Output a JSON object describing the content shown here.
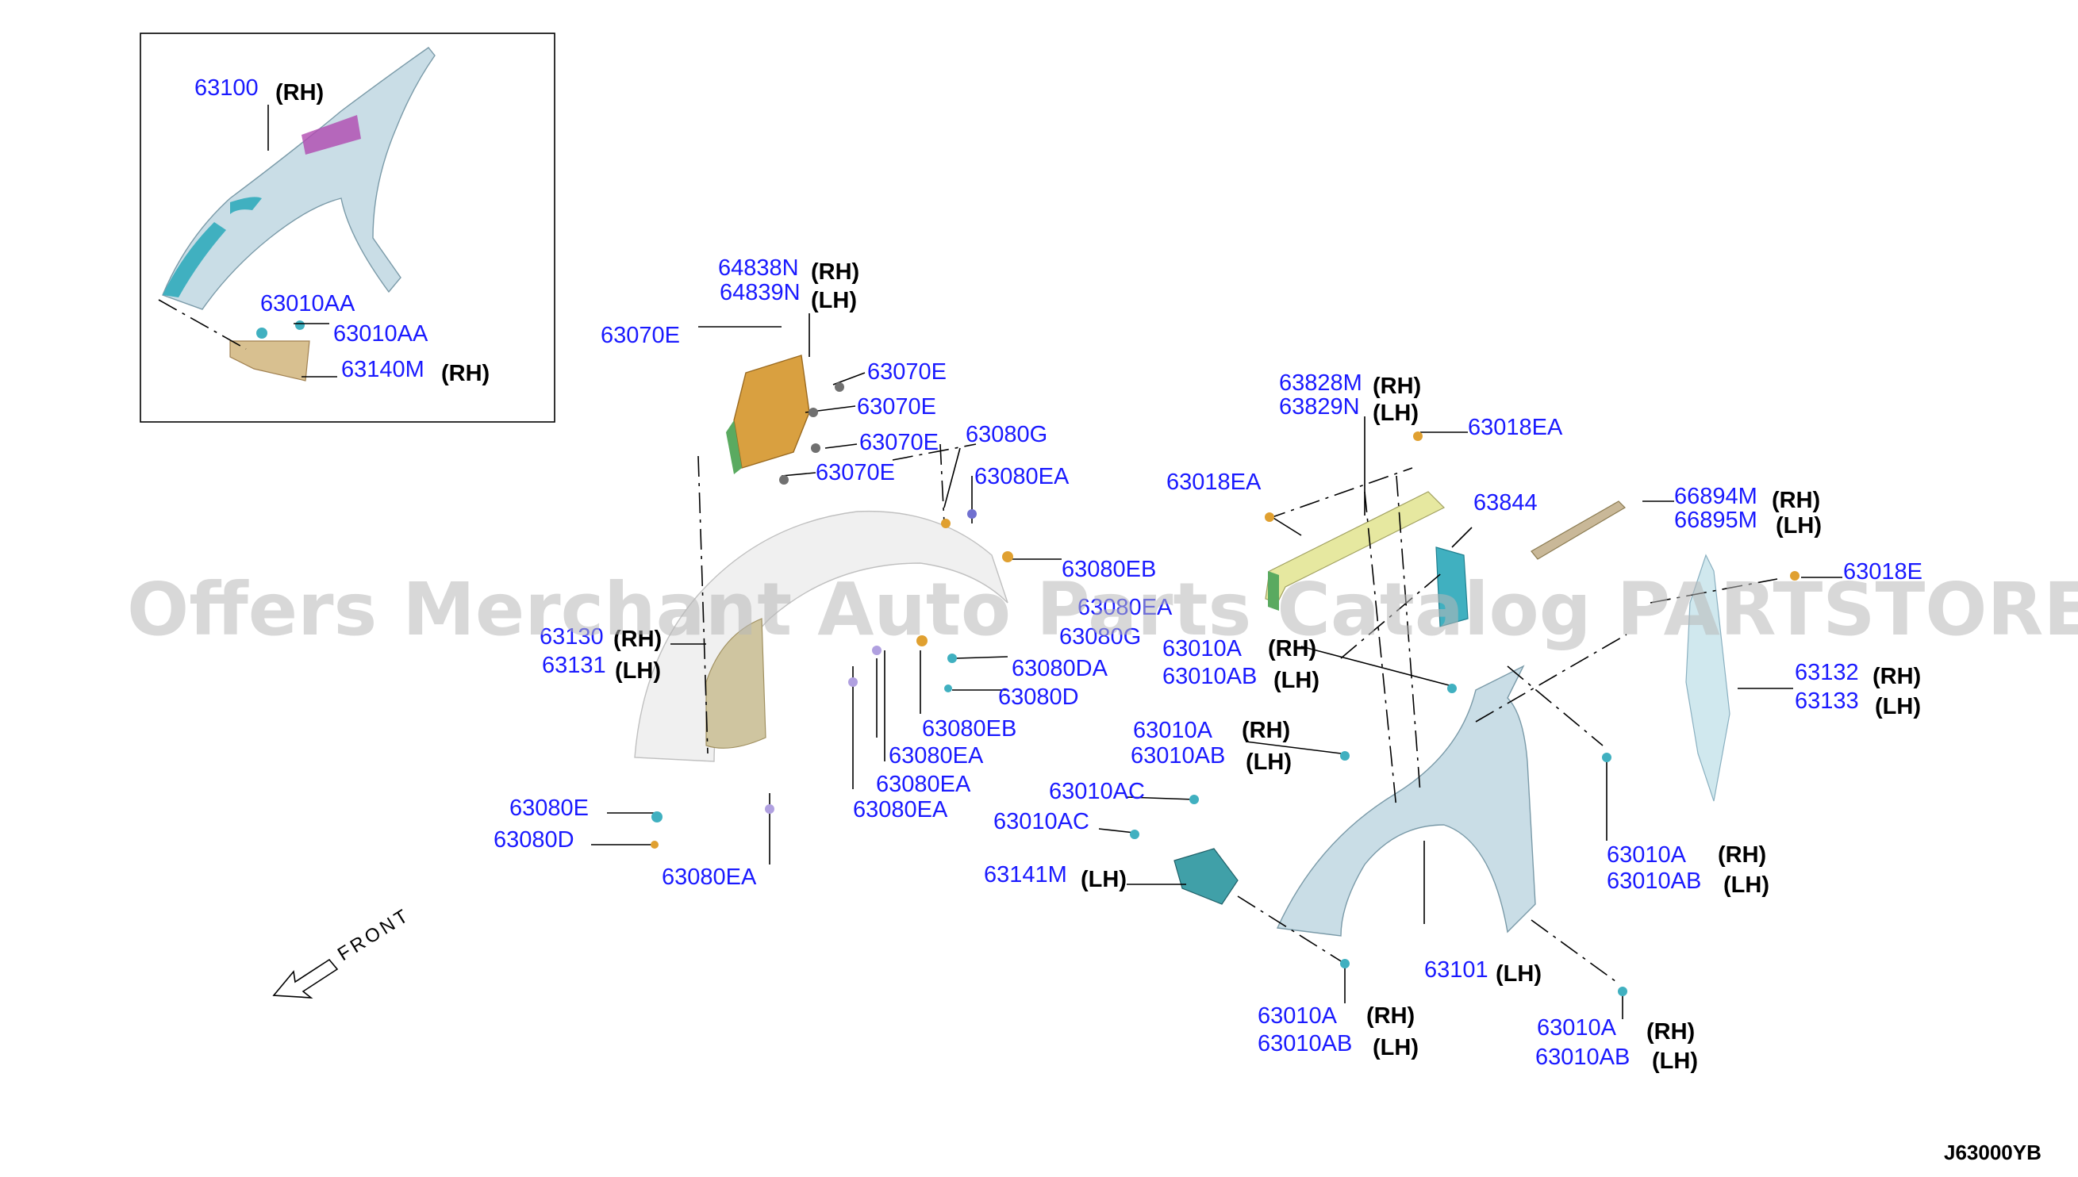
{
  "labels": {
    "p63100": "63100",
    "p63010aa_a": "63010AA",
    "p63010aa_b": "63010AA",
    "p63140m": "63140M",
    "p64838n": "64838N",
    "p64839n": "64839N",
    "p63070e_1": "63070E",
    "p63070e_2": "63070E",
    "p63070e_3": "63070E",
    "p63070e_4": "63070E",
    "p63070e_5": "63070E",
    "p63080g_1": "63080G",
    "p63080ea_1": "63080EA",
    "p63080eb_1": "63080EB",
    "p63080ea_2": "63080EA",
    "p63080g_2": "63080G",
    "p63080da": "63080DA",
    "p63080d_1": "63080D",
    "p63080eb_2": "63080EB",
    "p63080ea_3": "63080EA",
    "p63080ea_4": "63080EA",
    "p63080ea_5": "63080EA",
    "p63130": "63130",
    "p63131": "63131",
    "p63080e": "63080E",
    "p63080d_2": "63080D",
    "p63080ea_6": "63080EA",
    "p63828m": "63828M",
    "p63829n": "63829N",
    "p63018ea_1": "63018EA",
    "p63018ea_2": "63018EA",
    "p63844": "63844",
    "p66894m": "66894M",
    "p66895m": "66895M",
    "p63018e": "63018E",
    "p63010a_1": "63010A",
    "p63010ab_1": "63010AB",
    "p63010a_2": "63010A",
    "p63010ab_2": "63010AB",
    "p63010ac_1": "63010AC",
    "p63010ac_2": "63010AC",
    "p63141m": "63141M",
    "p63132": "63132",
    "p63133": "63133",
    "p63010a_3": "63010A",
    "p63010ab_3": "63010AB",
    "p63101": "63101",
    "p63010a_4": "63010A",
    "p63010ab_4": "63010AB",
    "p63010a_5": "63010A",
    "p63010ab_5": "63010AB"
  },
  "sides": {
    "rh": "(RH)",
    "lh": "(LH)"
  },
  "front_label": "FRONT",
  "watermark": "Offers Merchant Auto Parts Catalog PARTSTORE.SA",
  "diagram_code": "J63000YB",
  "colors": {
    "part_number": "#1a1aff",
    "fender": "#c9dde6",
    "splash_orange": "#d9a040",
    "bracket_tan": "#d8c090",
    "insulator_yellow": "#e6e8a0",
    "seal_green": "#5aaa60",
    "protector_teal": "#40b0c0"
  }
}
